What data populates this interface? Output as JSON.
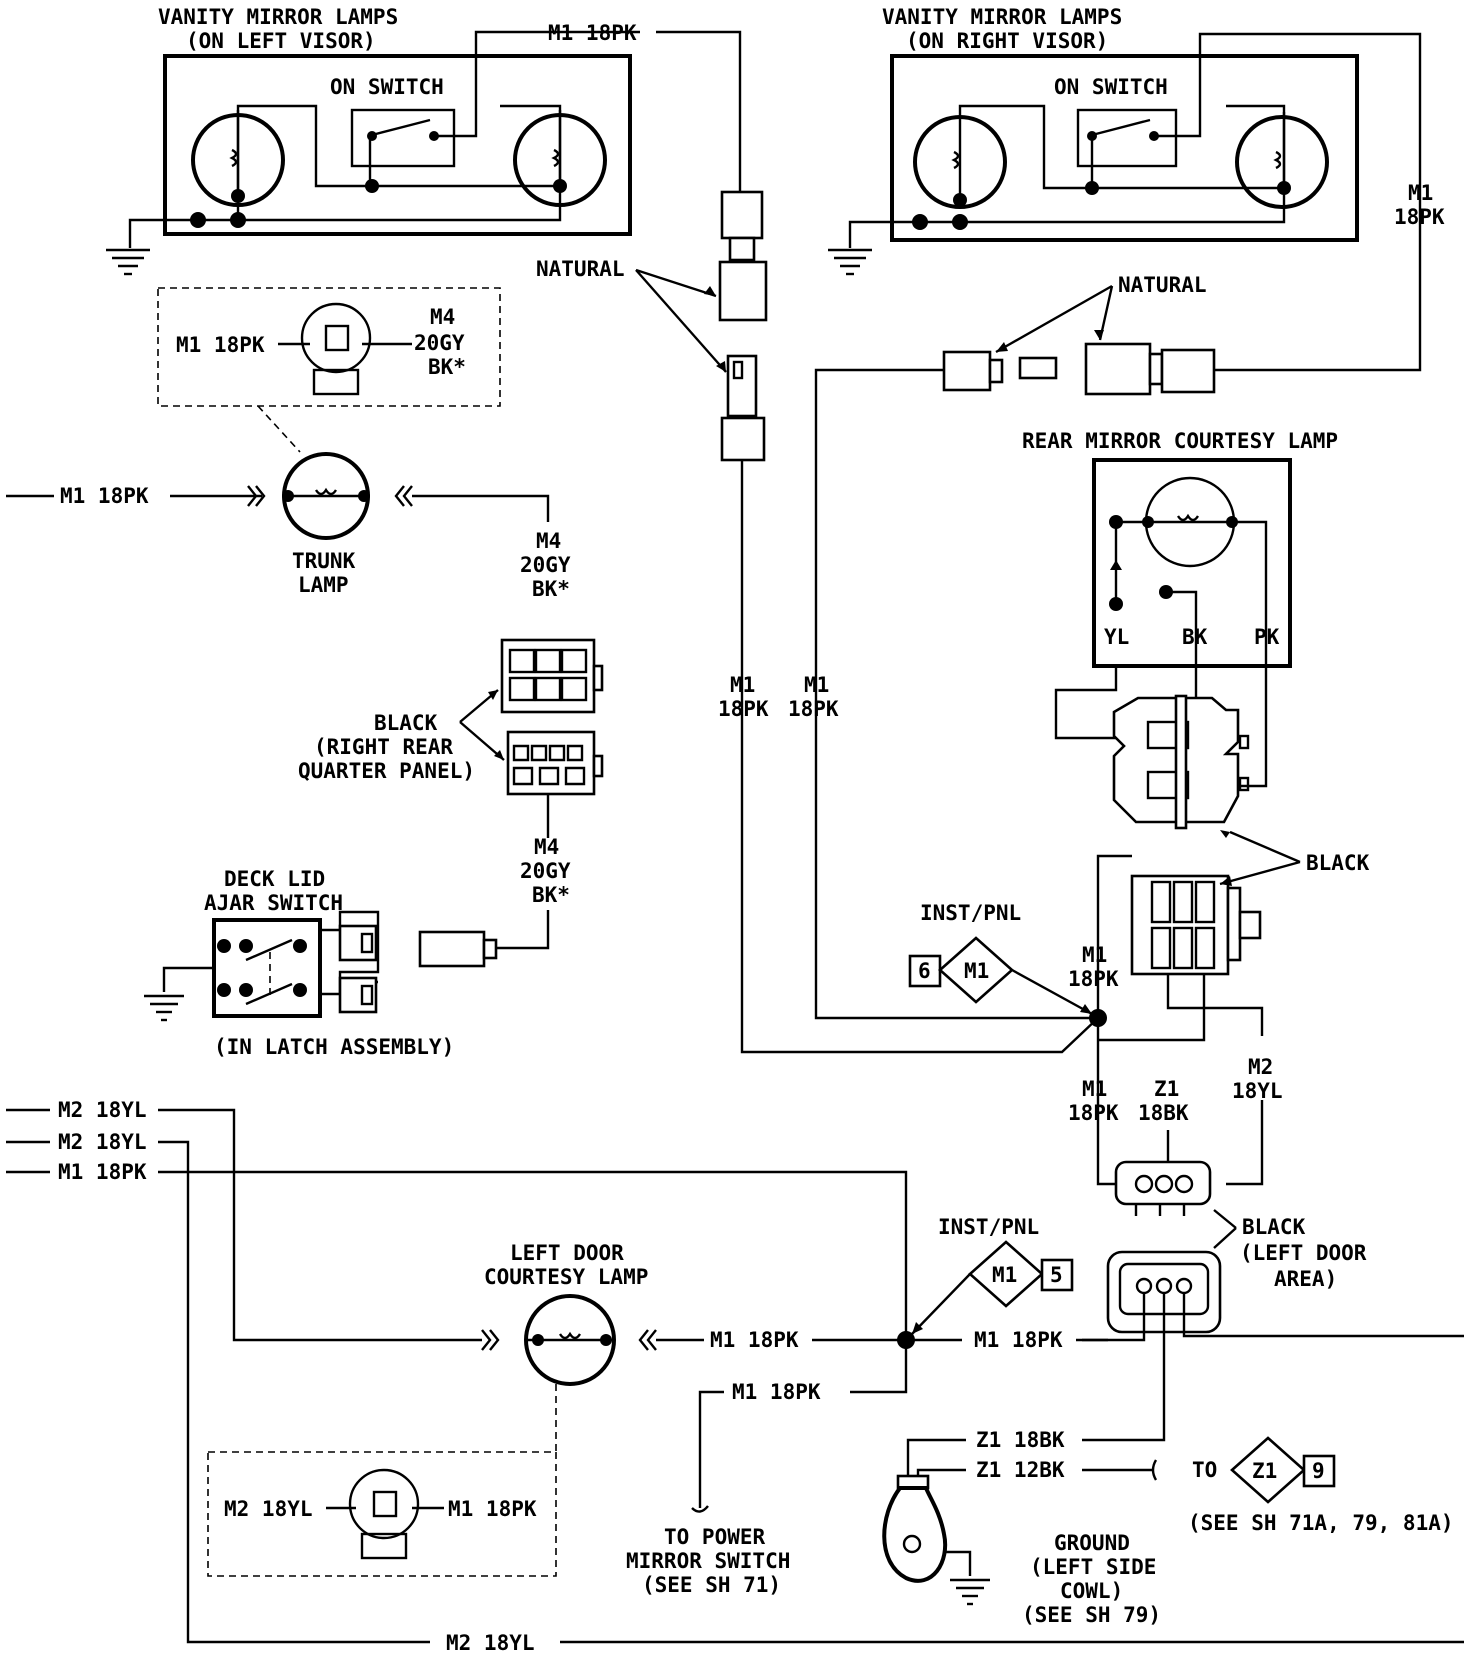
{
  "left_visor": {
    "title_line1": "VANITY MIRROR LAMPS",
    "title_line2": "(ON LEFT VISOR)",
    "switch_label": "ON SWITCH",
    "wire": "M1 18PK"
  },
  "right_visor": {
    "title_line1": "VANITY MIRROR LAMPS",
    "title_line2": "(ON RIGHT VISOR)",
    "switch_label": "ON SWITCH",
    "wire_line1": "M1",
    "wire_line2": "18PK"
  },
  "natural_left": "NATURAL",
  "natural_right": "NATURAL",
  "trunk_inset": {
    "left": "M1 18PK",
    "right_line1": "M4",
    "right_line2": "20GY",
    "right_line3": "BK*"
  },
  "trunk_lamp": {
    "wire_in": "M1 18PK",
    "label_line1": "TRUNK",
    "label_line2": "LAMP",
    "wire_out_line1": "M4",
    "wire_out_line2": "20GY",
    "wire_out_line3": "BK*"
  },
  "black_connector": {
    "line1": "BLACK",
    "line2": "(RIGHT REAR",
    "line3": "QUARTER PANEL)"
  },
  "m4_lower": {
    "line1": "M4",
    "line2": "20GY",
    "line3": "BK*"
  },
  "deck_lid": {
    "line1": "DECK LID",
    "line2": "AJAR SWITCH",
    "note": "(IN LATCH ASSEMBLY)"
  },
  "center_wires": {
    "a_line1": "M1",
    "a_line2": "18PK",
    "b_line1": "M1",
    "b_line2": "18PK"
  },
  "rear_mirror": {
    "title": "REAR MIRROR COURTESY LAMP",
    "pin_yl": "YL",
    "pin_bk": "BK",
    "pin_pk": "PK"
  },
  "black_right": "BLACK",
  "inst_pnl_top": {
    "label": "INST/PNL",
    "num": "6",
    "code": "M1"
  },
  "splice_wires": {
    "in_line1": "M1",
    "in_line2": "18PK",
    "down_m1_line1": "M1",
    "down_m1_line2": "18PK",
    "down_z1_line1": "Z1",
    "down_z1_line2": "18BK",
    "down_m2_line1": "M2",
    "down_m2_line2": "18YL"
  },
  "black_left_door": {
    "line1": "BLACK",
    "line2": "(LEFT DOOR",
    "line3": "AREA)"
  },
  "left_feed": {
    "w1": "M2 18YL",
    "w2": "M2 18YL",
    "w3": "M1 18PK"
  },
  "left_door_lamp": {
    "line1": "LEFT DOOR",
    "line2": "COURTESY LAMP",
    "wire_right": "M1 18PK",
    "inset_left": "M2 18YL",
    "inset_right": "M1 18PK"
  },
  "inst_pnl_bottom": {
    "label": "INST/PNL",
    "num": "5",
    "code": "M1"
  },
  "splice2_wires": {
    "right": "M1 18PK",
    "down": "M1 18PK"
  },
  "power_mirror": {
    "line1": "TO POWER",
    "line2": "MIRROR SWITCH",
    "line3": "(SEE SH 71)"
  },
  "ground": {
    "wire1": "Z1 18BK",
    "wire2": "Z1 12BK",
    "to": "TO",
    "code": "Z1",
    "num": "9",
    "see": "(SEE SH 71A, 79, 81A)",
    "label_line1": "GROUND",
    "label_line2": "(LEFT SIDE",
    "label_line3": "COWL)",
    "label_line4": "(SEE SH 79)"
  },
  "bottom_wire": "M2 18YL"
}
